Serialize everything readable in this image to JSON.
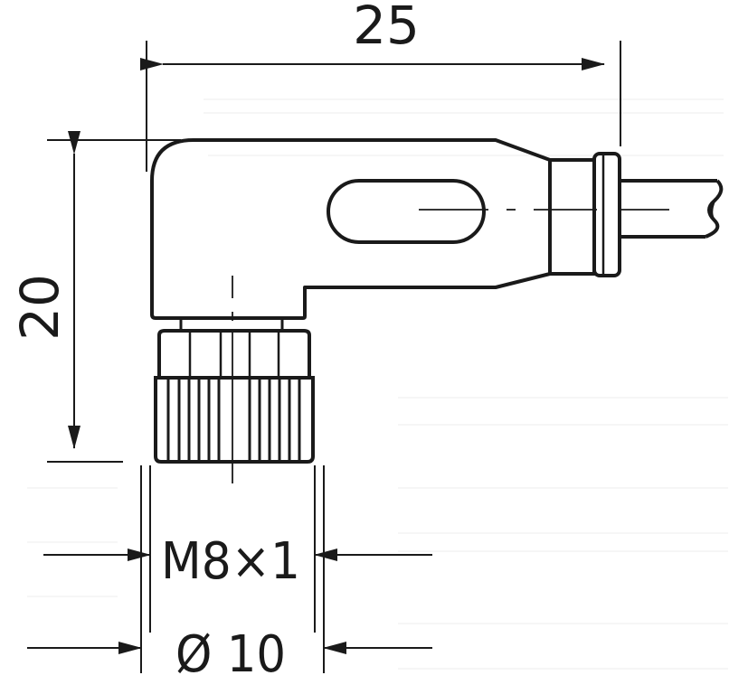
{
  "dimensions": {
    "width_top": "25",
    "height_left": "20",
    "thread": "M8×1",
    "diameter": "Ø 10"
  },
  "colors": {
    "line": "#1a1a1a",
    "background": "#ffffff",
    "ghost": "#f0f0f0"
  }
}
